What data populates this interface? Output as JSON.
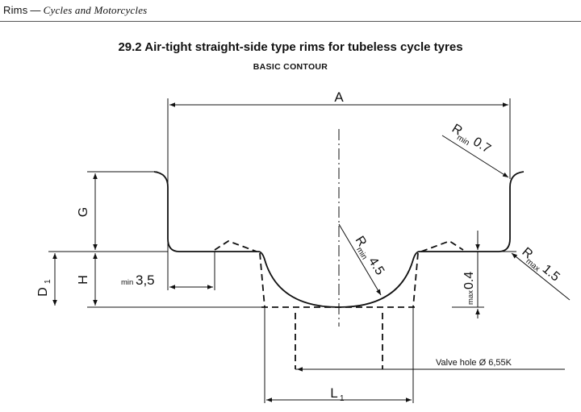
{
  "header": {
    "section": "Rims",
    "separator": "—",
    "subsection": "Cycles and Motorcycles"
  },
  "title": "29.2 Air-tight straight-side type rims for tubeless cycle tyres",
  "subtitle": "BASIC CONTOUR",
  "labels": {
    "A": "A",
    "G": "G",
    "H": "H",
    "D1_main": "D",
    "D1_sub": "1",
    "L1_main": "L",
    "L1_sub": "1",
    "min_35_prefix": "min",
    "min_35_value": "3,5",
    "rmin07_R": "R",
    "rmin07_sub": "min",
    "rmin07_value": "0.7",
    "rmin45_R": "R",
    "rmin45_sub": "min",
    "rmin45_value": "4.5",
    "rmax15_R": "R",
    "rmax15_sub": "max",
    "rmax15_value": "1.5",
    "max04_prefix": "max",
    "max04_value": "0.4",
    "valve_hole": "Valve hole Ø 6,55K"
  }
}
